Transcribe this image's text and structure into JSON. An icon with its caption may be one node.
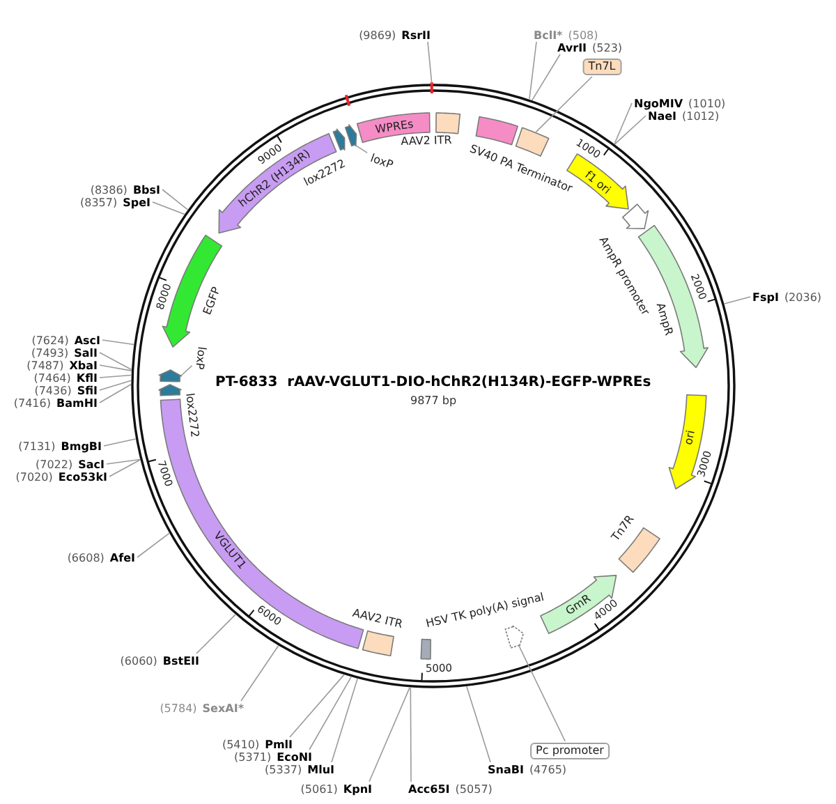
{
  "diagram": {
    "title": "PT-6833  rAAV-VGLUT1-DIO-hChR2(H134R)-EGFP-WPREs",
    "nodes": [
      {
        "text": [
          "AAV2 ITR"
        ]
      },
      {
        "text": [
          "SV40 PA Terminator"
        ]
      },
      {
        "text": [],
        "shape": "box"
      },
      {
        "text": [
          "f1 ori"
        ]
      },
      {
        "text": [
          "AmpR promoter"
        ]
      },
      {
        "text": [
          "AmpR"
        ]
      },
      {
        "text": [
          "ori"
        ]
      },
      {
        "text": [
          "Tn7R"
        ]
      },
      {
        "text": [
          "GmR"
        ]
      },
      {
        "text": [],
        "shape": "arrow"
      },
      {
        "text": [
          "HSV TK poly(A) signal"
        ]
      },
      {
        "text": [
          "AAV2 ITR"
        ]
      },
      {
        "text": [
          "VGLUT1"
        ]
      },
      {
        "text": [
          "lox2272"
        ]
      },
      {
        "text": [],
        "shape": "arrow"
      },
      {
        "text": [
          "EGFP"
        ]
      },
      {
        "text": [
          "hChR2 (H134R)"
        ]
      },
      {
        "text": [
          "lox2272"
        ]
      },
      {
        "text": [],
        "shape": "arrow"
      },
      {
        "text": [
          "WPREs"
        ]
      },
      {
        "text": [
          "Tn7L"
        ]
      },
      {
        "text": [
          "Pc promoter"
        ]
      },
      {
        "text": [
          "loxP"
        ]
      },
      {
        "text": [
          "loxP"
        ]
      },
      {
        "text": [
          "(9869)",
          "RsrII"
        ]
      },
      {
        "text": [
          "BclI*",
          "(508)"
        ]
      },
      {
        "text": [
          "AvrII",
          "(523)"
        ]
      },
      {
        "text": [
          "NgoMIV",
          "(1010)"
        ]
      },
      {
        "text": [
          "NaeI",
          "(1012)"
        ]
      },
      {
        "text": [
          "FspI",
          "(2036)"
        ]
      },
      {
        "text": [
          "SnaBI",
          "(4765)"
        ]
      },
      {
        "text": [
          "Acc65I",
          "(5057)"
        ]
      },
      {
        "text": [
          "(5061)",
          "KpnI"
        ]
      },
      {
        "text": [
          "(5337)",
          "MluI"
        ]
      },
      {
        "text": [
          "(5371)",
          "EcoNI"
        ]
      },
      {
        "text": [
          "(5410)",
          "PmlI"
        ]
      },
      {
        "text": [
          "(5784)",
          "SexAI*"
        ]
      },
      {
        "text": [
          "(6060)",
          "BstEII"
        ]
      },
      {
        "text": [
          "(6608)",
          "AfeI"
        ]
      },
      {
        "text": [
          "(7020)",
          "Eco53kI"
        ]
      },
      {
        "text": [
          "(7022)",
          "SacI"
        ]
      },
      {
        "text": [
          "(7131)",
          "BmgBI"
        ]
      },
      {
        "text": [
          "(7416)",
          "BamHI"
        ]
      },
      {
        "text": [
          "(7436)",
          "SfiI"
        ]
      },
      {
        "text": [
          "(7464)",
          "KflI"
        ]
      },
      {
        "text": [
          "(7487)",
          "XbaI"
        ]
      },
      {
        "text": [
          "(7493)",
          "SalI"
        ]
      },
      {
        "text": [
          "(7624)",
          "AscI"
        ]
      },
      {
        "text": [
          "(8357)",
          "SpeI"
        ]
      },
      {
        "text": [
          "(8386)",
          "BbsI"
        ]
      }
    ],
    "edges": [
      {
        "from": 20,
        "to": 2,
        "arrow": "none"
      },
      {
        "from": 21,
        "to": 9,
        "arrow": "none"
      },
      {
        "from": 22,
        "to": 14,
        "arrow": "none"
      },
      {
        "from": 23,
        "to": 18,
        "arrow": "none"
      },
      {
        "from": 24,
        "to": null,
        "arrow": "none"
      },
      {
        "from": 25,
        "to": null,
        "arrow": "none"
      },
      {
        "from": 26,
        "to": null,
        "arrow": "none"
      },
      {
        "from": 27,
        "to": null,
        "arrow": "none"
      },
      {
        "from": 28,
        "to": null,
        "arrow": "none"
      },
      {
        "from": 29,
        "to": null,
        "arrow": "none"
      },
      {
        "from": 30,
        "to": null,
        "arrow": "none"
      },
      {
        "from": 31,
        "to": null,
        "arrow": "none"
      },
      {
        "from": 32,
        "to": null,
        "arrow": "none"
      },
      {
        "from": 33,
        "to": null,
        "arrow": "none"
      },
      {
        "from": 34,
        "to": null,
        "arrow": "none"
      },
      {
        "from": 35,
        "to": null,
        "arrow": "none"
      },
      {
        "from": 36,
        "to": null,
        "arrow": "none"
      },
      {
        "from": 37,
        "to": null,
        "arrow": "none"
      },
      {
        "from": 38,
        "to": null,
        "arrow": "none"
      },
      {
        "from": 39,
        "to": null,
        "arrow": "none"
      },
      {
        "from": 40,
        "to": null,
        "arrow": "none"
      },
      {
        "from": 41,
        "to": null,
        "arrow": "none"
      },
      {
        "from": 42,
        "to": null,
        "arrow": "none"
      },
      {
        "from": 43,
        "to": null,
        "arrow": "none"
      },
      {
        "from": 44,
        "to": null,
        "arrow": "none"
      },
      {
        "from": 45,
        "to": null,
        "arrow": "none"
      },
      {
        "from": 46,
        "to": null,
        "arrow": "none"
      },
      {
        "from": 47,
        "to": null,
        "arrow": "none"
      },
      {
        "from": 48,
        "to": null,
        "arrow": "none"
      },
      {
        "from": 49,
        "to": null,
        "arrow": "none"
      }
    ],
    "labels": [
      "9877 bp",
      "1000",
      "2000",
      "3000",
      "4000",
      "5000",
      "6000",
      "7000",
      "8000",
      "9000"
    ]
  }
}
